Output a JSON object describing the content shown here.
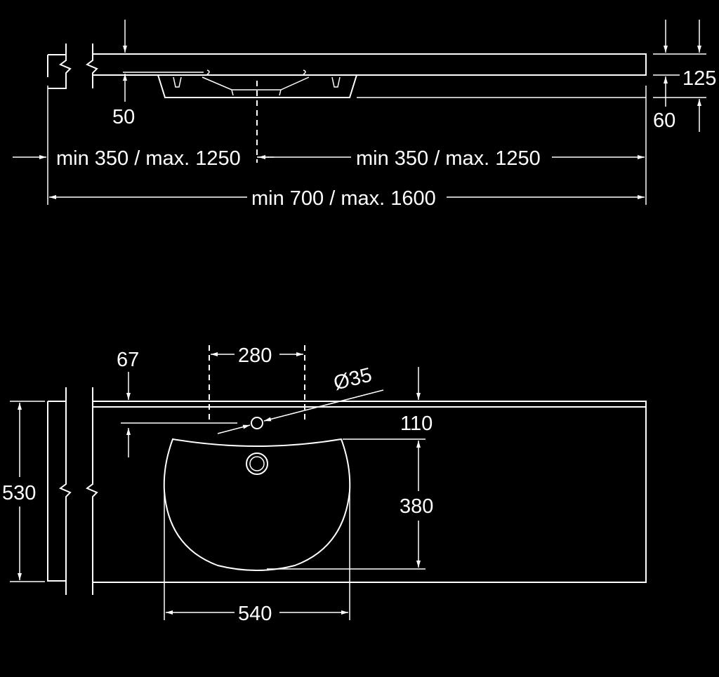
{
  "drawing": {
    "side_view": {
      "dim_left_segment": "min 350 / max. 1250",
      "dim_right_segment": "min 350 / max. 1250",
      "dim_total_width": "min 700 / max. 1600",
      "dim_overflow_height": "50",
      "dim_total_height": "125",
      "dim_edge_height": "60"
    },
    "top_view": {
      "dim_tap_offset": "67",
      "dim_hole_spacing": "280",
      "dim_hole_diameter": "Ø35",
      "dim_back_to_bowl": "110",
      "dim_bowl_depth": "380",
      "dim_depth": "530",
      "dim_bowl_width": "540"
    }
  }
}
